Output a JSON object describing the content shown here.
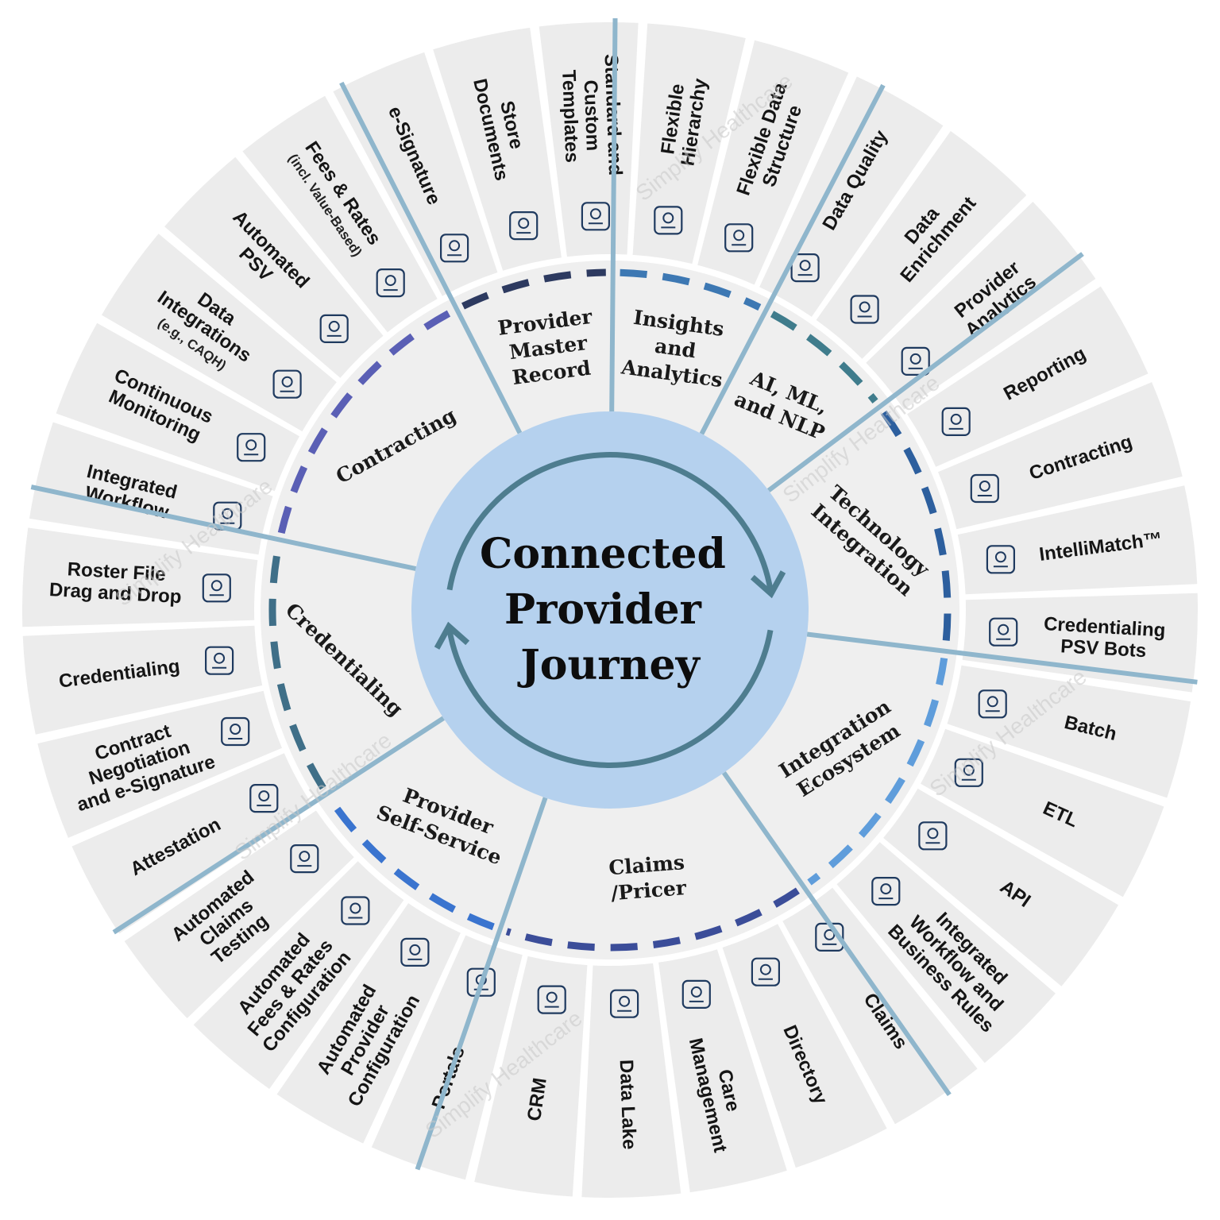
{
  "center": {
    "title_lines": [
      "Connected",
      "Provider",
      "Journey"
    ]
  },
  "colors": {
    "tile": "#ececec",
    "inner_ring": "#efefef",
    "hub": "#b5d1ee",
    "hub_arrow": "#4e7d8f",
    "divider": "#8fb6cc",
    "icon": "#1f3a5f"
  },
  "watermark": "Simplify Healthcare",
  "sectors": [
    {
      "label_lines": [
        "Provider",
        "Master",
        "Record"
      ],
      "dash_color": "#2d3a60"
    },
    {
      "label_lines": [
        "Insights",
        "and",
        "Analytics"
      ],
      "dash_color": "#3d78b3"
    },
    {
      "label_lines": [
        "AI, ML,",
        "and NLP"
      ],
      "dash_color": "#3f7c8c"
    },
    {
      "label_lines": [
        "Technology",
        "Integration"
      ],
      "dash_color": "#2d5f9e"
    },
    {
      "label_lines": [
        "Integration",
        "Ecosystem"
      ],
      "dash_color": "#5f9ddb"
    },
    {
      "label_lines": [
        "Claims",
        "/Pricer"
      ],
      "dash_color": "#3b4d99"
    },
    {
      "label_lines": [
        "Provider",
        "Self-Service"
      ],
      "dash_color": "#3a74cf"
    },
    {
      "label_lines": [
        "Credentialing"
      ],
      "dash_color": "#3f6f88"
    },
    {
      "label_lines": [
        "Contracting"
      ],
      "dash_color": "#5a5fb5"
    }
  ],
  "items": [
    {
      "lines": [
        "Flexible",
        "Hierarchy"
      ],
      "icon": "hierarchy-icon"
    },
    {
      "lines": [
        "Flexible Data",
        "Structure"
      ],
      "icon": "folder-structure-icon"
    },
    {
      "lines": [
        "Data Quality"
      ],
      "icon": "quality-report-icon"
    },
    {
      "lines": [
        "Data",
        "Enrichment"
      ],
      "icon": "globe-monitor-icon"
    },
    {
      "lines": [
        "Provider",
        "Analytics"
      ],
      "icon": "analytics-icon"
    },
    {
      "lines": [
        "Reporting"
      ],
      "icon": "report-chart-icon"
    },
    {
      "lines": [
        "Contracting"
      ],
      "icon": "handshake-document-icon"
    },
    {
      "lines": [
        "IntelliMatch™"
      ],
      "icon": "chip-icon"
    },
    {
      "lines": [
        "Credentialing",
        "PSV Bots"
      ],
      "icon": "bot-shield-icon"
    },
    {
      "lines": [
        "Batch"
      ],
      "icon": "batch-stack-icon"
    },
    {
      "lines": [
        "ETL"
      ],
      "icon": "etl-icon"
    },
    {
      "lines": [
        "API"
      ],
      "icon": "api-network-icon"
    },
    {
      "lines": [
        "Integrated",
        "Workflow and",
        "Business Rules"
      ],
      "icon": "workflow-gear-icon"
    },
    {
      "lines": [
        "Claims"
      ],
      "icon": "claims-cycle-icon"
    },
    {
      "lines": [
        "Directory"
      ],
      "icon": "directory-icon"
    },
    {
      "lines": [
        "Care",
        "Management"
      ],
      "icon": "care-hands-icon"
    },
    {
      "lines": [
        "Data Lake"
      ],
      "icon": "data-lake-icon"
    },
    {
      "lines": [
        "CRM"
      ],
      "icon": "crm-gear-icon"
    },
    {
      "lines": [
        "Portals"
      ],
      "icon": "portal-touch-icon"
    },
    {
      "lines": [
        "Automated",
        "Provider",
        "Configuration"
      ],
      "icon": "config-monitor-icon"
    },
    {
      "lines": [
        "Automated",
        "Fees & Rates",
        "Configuration"
      ],
      "icon": "fees-cycle-icon"
    },
    {
      "lines": [
        "Automated",
        "Claims",
        "Testing"
      ],
      "icon": "claims-test-icon"
    },
    {
      "lines": [
        "Attestation"
      ],
      "icon": "attestation-icon"
    },
    {
      "lines": [
        "Contract",
        "Negotiation",
        "and e-Signature"
      ],
      "icon": "contract-handshake-icon"
    },
    {
      "lines": [
        "Credentialing"
      ],
      "icon": "certificate-icon"
    },
    {
      "lines": [
        "Roster File",
        "Drag and Drop"
      ],
      "icon": "roster-file-icon"
    },
    {
      "lines": [
        "Integrated",
        "Workflow"
      ],
      "icon": "workflow-chart-icon"
    },
    {
      "lines": [
        "Continuous",
        "Monitoring"
      ],
      "icon": "monitor-eye-icon"
    },
    {
      "lines": [
        "Data",
        "Integrations"
      ],
      "note": "(e.g., CAQH)",
      "icon": "database-integration-icon"
    },
    {
      "lines": [
        "Automated",
        "PSV"
      ],
      "icon": "gears-cycle-icon"
    },
    {
      "lines": [
        "Fees & Rates"
      ],
      "note": "(incl. Value-Based)",
      "icon": "fees-list-icon"
    },
    {
      "lines": [
        "e-Signature"
      ],
      "icon": "esignature-icon"
    },
    {
      "lines": [
        "Store",
        "Documents"
      ],
      "icon": "document-storage-icon"
    },
    {
      "lines": [
        "Standard and",
        "Custom",
        "Templates"
      ],
      "icon": "template-icon"
    }
  ]
}
